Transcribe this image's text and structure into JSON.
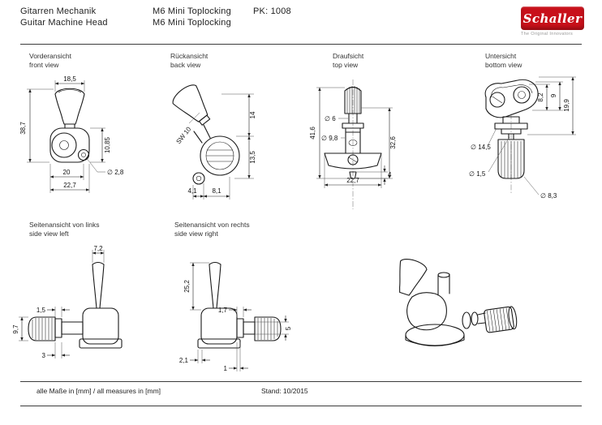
{
  "header": {
    "title_de": "Gitarren Mechanik",
    "title_en": "Guitar Machine Head",
    "model_de": "M6 Mini Toplocking",
    "model_en": "M6 Mini Toplocking",
    "pk_label": "PK: 1008",
    "logo_text": "Schaller",
    "logo_tagline": "The Original Innovators"
  },
  "views": {
    "front": {
      "label_de": "Vorderansicht",
      "label_en": "front view",
      "dims": {
        "button_width": "18,5",
        "total_height": "38,7",
        "housing_height": "10,85",
        "hole_dia": "∅ 2,8",
        "body_width": "20",
        "total_width": "22,7"
      }
    },
    "back": {
      "label_de": "Rückansicht",
      "label_en": "back view",
      "dims": {
        "wrench": "SW 10",
        "h_upper": "14",
        "h_lower": "13,5",
        "w_inner": "4,1",
        "w_outer": "8,1"
      }
    },
    "top": {
      "label_de": "Draufsicht",
      "label_en": "top view",
      "dims": {
        "total_height": "41,6",
        "shaft_dia": "∅ 6",
        "post_dia": "∅ 9,8",
        "lower_height": "32,6",
        "plate_width": "22,7",
        "tip_height": "4"
      }
    },
    "bottom": {
      "label_de": "Untersicht",
      "label_en": "bottom view",
      "dims": {
        "depth_a": "9",
        "depth_b": "8,2",
        "depth_total": "19,9",
        "flange_dia": "∅ 14,5",
        "pin_dia": "∅ 1,5",
        "knob_dia": "∅ 8,3"
      }
    },
    "side_left": {
      "label_de": "Seitenansicht von links",
      "label_en": "side view left",
      "dims": {
        "button_thickness": "7,2",
        "washer_a": "1,5",
        "knob_dia": "9,7",
        "washer_b": "3"
      }
    },
    "side_right": {
      "label_de": "Seitenansicht von rechts",
      "label_en": "side view right",
      "dims": {
        "button_height": "25,2",
        "washer_a": "1,7",
        "plate_lip": "2,1",
        "post_dia": "5",
        "washer_b": "1"
      }
    }
  },
  "footer": {
    "measures_note": "alle Maße in [mm] / all measures in [mm]",
    "date": "Stand: 10/2015"
  },
  "colors": {
    "brand_red": "#c8101a",
    "line": "#1a1a1a"
  }
}
